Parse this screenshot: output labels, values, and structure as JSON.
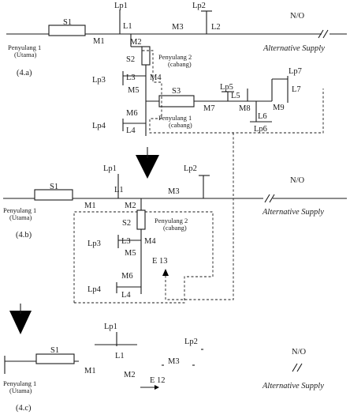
{
  "diagrams": {
    "a": {
      "caption": "(4.a)",
      "labels": {
        "S1": "S1",
        "Lp1": "Lp1",
        "L1": "L1",
        "Lp2": "Lp2",
        "L2": "L2",
        "M1": "M1",
        "M3": "M3",
        "M2": "M2",
        "no": "N/O",
        "feeder1": "Penyulang 1",
        "feeder1_sub": "(Utama)",
        "alt": "Alternative Supply",
        "feeder2": "Penyulang 2",
        "feeder2_sub": "(cabang)",
        "S2": "S2",
        "Lp3": "Lp3",
        "L3": "L3",
        "M4": "M4",
        "M5": "M5",
        "S3": "S3",
        "Lp5": "Lp5",
        "L5": "L5",
        "Lp7": "Lp7",
        "L7": "L7",
        "M6": "M6",
        "M7": "M7",
        "M8": "M8",
        "M9": "M9",
        "L6": "L6",
        "Lp4": "Lp4",
        "L4": "L4",
        "Lp6": "Lp6",
        "feeder1b": "Penyulang 1",
        "feeder1b_sub": "(cabang)"
      }
    },
    "b": {
      "caption": "(4.b)",
      "labels": {
        "Lp1": "Lp1",
        "L1": "L1",
        "Lp2": "Lp2",
        "S1": "S1",
        "M1": "M1",
        "M2": "M2",
        "M3": "M3",
        "no": "N/O",
        "feeder1": "Penyulang 1",
        "feeder1_sub": "(Utama)",
        "alt": "Alternative Supply",
        "S2": "S2",
        "feeder2": "Penyulang 2",
        "feeder2_sub": "(cabang)",
        "Lp3": "Lp3",
        "L3": "L3",
        "M4": "M4",
        "M5": "M5",
        "E13": "E 13",
        "M6": "M6",
        "Lp4": "Lp4",
        "L4": "L4"
      }
    },
    "c": {
      "caption": "(4.c)",
      "labels": {
        "S1": "S1",
        "Lp1": "Lp1",
        "L1": "L1",
        "Lp2": "Lp2",
        "M3": "M3",
        "no": "N/O",
        "M1": "M1",
        "M2": "M2",
        "E12": "E 12",
        "feeder1": "Penyulang 1",
        "feeder1_sub": "(Utama)",
        "alt": "Alternative Supply"
      }
    }
  }
}
